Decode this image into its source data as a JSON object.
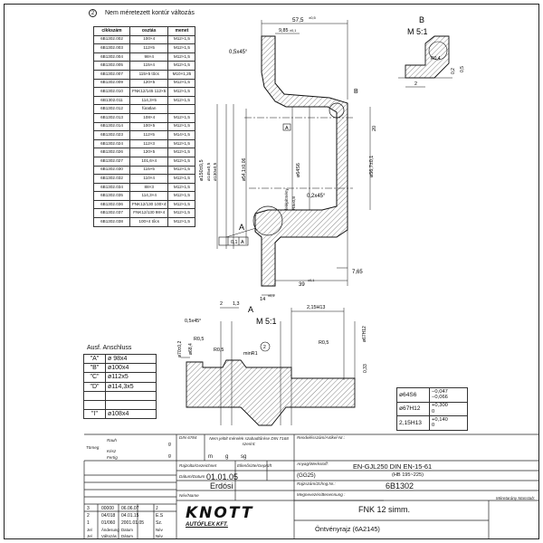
{
  "note": {
    "num": "2",
    "text": "Nem méretezett kontúr változás"
  },
  "variants": {
    "headers": [
      "cikkszám",
      "osztás",
      "menet"
    ],
    "rows": [
      [
        "6B1302.002",
        "100×4",
        "M12×1,5"
      ],
      [
        "6B1302.003",
        "112×5",
        "M12×1,5"
      ],
      [
        "6B1302.004",
        "98×4",
        "M12×1,5"
      ],
      [
        "6B1302.005",
        "115×4",
        "M12×1,5"
      ],
      [
        "6B1302.007",
        "115×5 tőcs",
        "M10×1,25"
      ],
      [
        "6B1302.009",
        "120×5",
        "M12×1,5"
      ],
      [
        "6B1302.010",
        "FNK12/145 112×5",
        "M12×1,5"
      ],
      [
        "6B1302.011",
        "114,3×5",
        "M12×1,5"
      ],
      [
        "6B1302.012",
        "fúratlan",
        ""
      ],
      [
        "6B1302.013",
        "108×4",
        "M12×1,5"
      ],
      [
        "6B1302.014",
        "100×5",
        "M12×1,5"
      ],
      [
        "6B1302.023",
        "112×5",
        "M14×1,5"
      ],
      [
        "6B1302.024",
        "112×3",
        "M12×1,5"
      ],
      [
        "6B1302.026",
        "120×5",
        "M12×1,5"
      ],
      [
        "6B1302.027",
        "101,6×4",
        "M12×1,5"
      ],
      [
        "6B1302.030",
        "115×5",
        "M12×1,5"
      ],
      [
        "6B1302.032",
        "110×4",
        "M12×1,5"
      ],
      [
        "6B1302.034",
        "88×3",
        "M12×1,5"
      ],
      [
        "6B1302.035",
        "114,3×4",
        "M12×1,5"
      ],
      [
        "6B1302.036",
        "FNK12/130 100×4",
        "M12×1,5"
      ],
      [
        "6B1302.037",
        "FNK12/130 98×4",
        "M12×1,5"
      ],
      [
        "6B1302.038",
        "100×4 tőcs",
        "M12×1,5"
      ]
    ]
  },
  "ausf": {
    "title": "Ausf. Anschluss",
    "rows": [
      [
        "\"A\"",
        "ø 98x4"
      ],
      [
        "\"B\"",
        "ø100x4"
      ],
      [
        "\"C\"",
        "ø112x5"
      ],
      [
        "\"D\"",
        "ø114,3x5"
      ],
      [
        "",
        ""
      ],
      [
        "",
        ""
      ],
      [
        "\"I\"",
        "ø108x4"
      ]
    ]
  },
  "tolerances": [
    {
      "name": "ø64S6",
      "upper": "−0,047",
      "lower": "−0,066"
    },
    {
      "name": "ø67H12",
      "upper": "+0,300",
      "lower": "0"
    },
    {
      "name": "2,15H13",
      "upper": "+0,140",
      "lower": "0"
    }
  ],
  "dims": {
    "d_57_5": "57,5",
    "d_57_5_tol": "±0,5",
    "d_9_85": "9,85",
    "d_9_85_tol": "±0,1",
    "chamfer1": "0,5x45°",
    "chamfer2": "0,2x45°",
    "d_150": "ø150±0,5",
    "d_145": "ø145±0,5",
    "d_130": "ø130±0,5",
    "d_145_label": "w.w.",
    "d_130_label": "w.w.",
    "d_64_s6_main": "ø64S6",
    "d_54": "ø54,1±0,06",
    "d_56_7": "ø56,7±0,1",
    "d_20": "20",
    "d_7_65": "7,65",
    "d_39": "39",
    "d_39_tol": "±0,1",
    "d_14": "14",
    "d_14_tol": "±0,5",
    "felep": "felépítmény",
    "ra": "Ra=0,8",
    "runout": "0,1",
    "runout_ref": "A",
    "datum": "A",
    "detail_a": "A",
    "detail_b": "B",
    "scale_a": "M 5:1",
    "scale_b": "M 5:1",
    "b_r04": "R0,4",
    "b_02": "0,2",
    "b_2": "2",
    "b_05": "0,5",
    "a_2": "2",
    "a_13": "1,3",
    "a_215": "2,15H13",
    "a_chamfer": "0,5x45°",
    "a_r05a": "R0,5",
    "a_r05b": "R0,5",
    "a_r05c": "R0,5",
    "a_minr1": "minR1",
    "a_d70": "ø70±0,2",
    "a_d684": "ø68,4",
    "a_d67": "ø67H12",
    "a_033": "0,33",
    "a_note": "2"
  },
  "titleblock": {
    "din1": "DIN 6784",
    "rough_label": "Rauh",
    "rough_note": "Nem jelölt mérelek szabadtűrése DIN 7168 szerint:",
    "tomeg_label": "Tömeg",
    "kesz_label": "Kész",
    "fertig_label": "Fertig",
    "kg1": "g",
    "kg2": "g",
    "m_label": "m",
    "g_label": "g",
    "sg_label": "sg",
    "rendeles_label": "Rendelésszám/Artikel-Nr.:",
    "anyag_label": "Anyag/Werkstoff:",
    "anyag": "EN-GJL250 DIN EN-15-61",
    "anyag2": "(HB 195~225)",
    "gg": "(GG25)",
    "rajzolta_label": "Rajzolta/Gezeichnet",
    "ellenorizte_label": "Ellenőrizte/Geprüft",
    "datum_label": "Dátum/Datum",
    "datum": "01.01.05",
    "nev_label": "Név/Name",
    "nev": "Erdósi",
    "rajzszam_label": "Rajzszám/Zchng.Nr.:",
    "rajzszam": "6B1302",
    "megnevezes_label": "Megnevezés/Benennung :",
    "megnevezes": "FNK 12 simm.",
    "meretarany_label": "Méretarány Masstab:",
    "ontveny": "Öntvényrajz (6A2145)",
    "rev_rows": [
      [
        "3",
        "00000",
        "06.06.07",
        "J"
      ],
      [
        "2",
        "04/018",
        "04.01.15",
        "E.S"
      ],
      [
        "1",
        "01/060",
        "2001.01.05",
        "Sz."
      ]
    ],
    "rev_headers": [
      "Jel",
      "Ändesung",
      "Datum",
      "Név"
    ],
    "rev_headers2": [
      "Jel",
      "Változás",
      "Dátum",
      "Név"
    ],
    "logo": "KNOTT",
    "logo_sub": "AUTÓFLEX KFT."
  }
}
